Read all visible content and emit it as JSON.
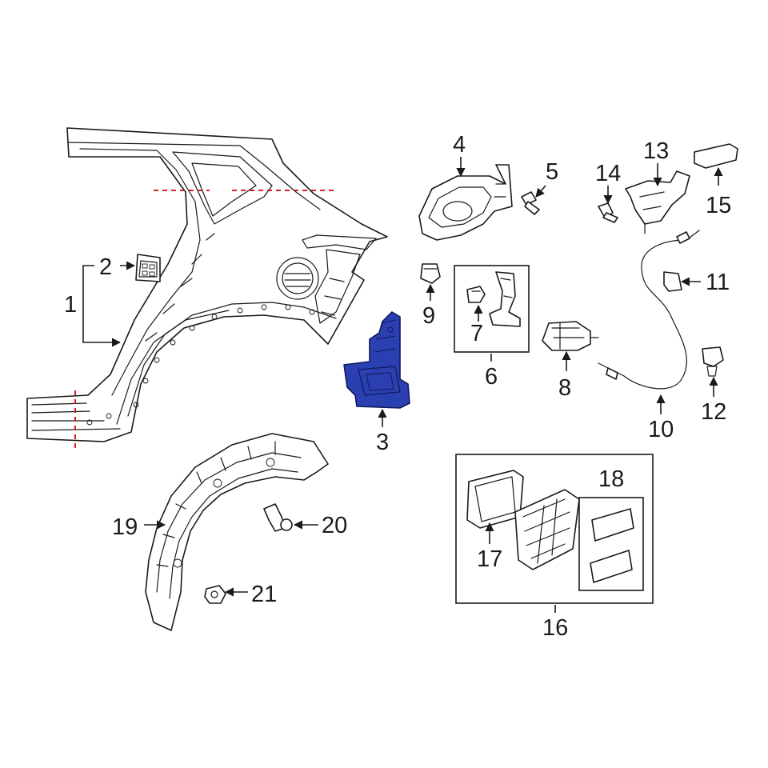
{
  "colors": {
    "highlight_part": "#2a3fb0",
    "line": "#1a1a1a",
    "cut_line": "#d21f1f",
    "background": "#ffffff"
  },
  "callouts": {
    "c1": "1",
    "c2": "2",
    "c3": "3",
    "c4": "4",
    "c5": "5",
    "c6": "6",
    "c7": "7",
    "c8": "8",
    "c9": "9",
    "c10": "10",
    "c11": "11",
    "c12": "12",
    "c13": "13",
    "c14": "14",
    "c15": "15",
    "c16": "16",
    "c17": "17",
    "c18": "18",
    "c19": "19",
    "c20": "20",
    "c21": "21"
  },
  "highlighted_callout": "3"
}
